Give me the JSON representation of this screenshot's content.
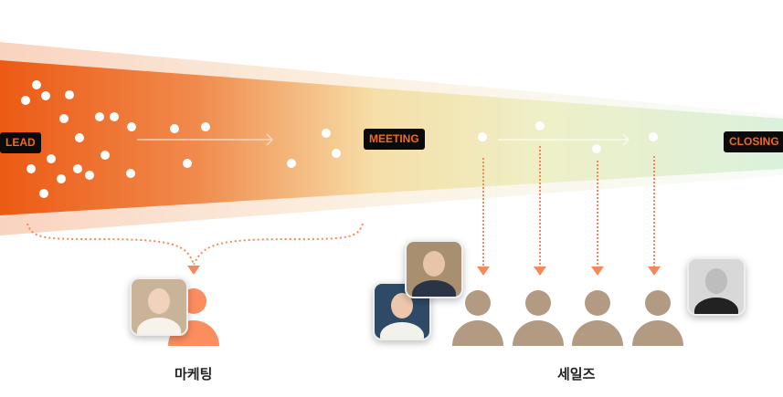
{
  "stages": {
    "lead": "LEAD",
    "meeting": "MEETING",
    "closing": "CLOSING"
  },
  "groups": {
    "marketing": "마케팅",
    "sales": "세일즈"
  },
  "colors": {
    "accent": "#f26a1b",
    "person_marketing": "#fb8e5f",
    "person_sales": "#b39a83",
    "arrow": "#f5895a"
  },
  "icons": [
    "person-icon",
    "arrow-right-icon",
    "arrow-down-icon",
    "photo-avatar"
  ]
}
